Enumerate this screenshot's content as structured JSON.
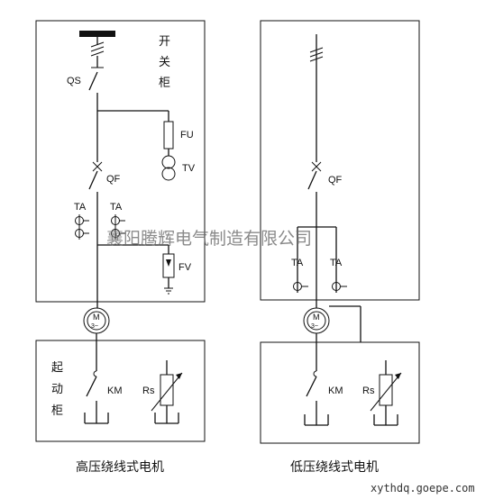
{
  "left_diagram": {
    "qs": "QS",
    "switchgear": [
      "开",
      "关",
      "柜"
    ],
    "fu": "FU",
    "tv": "TV",
    "qf": "QF",
    "ta1": "TA",
    "ta2": "TA",
    "fv": "FV",
    "motor_m": "M",
    "motor_phase": "3~",
    "starter": [
      "起",
      "动",
      "柜"
    ],
    "km": "KM",
    "rs": "Rs",
    "caption": "高压绕线式电机"
  },
  "right_diagram": {
    "qf": "QF",
    "ta1": "TA",
    "ta2": "TA",
    "motor_m": "M",
    "motor_phase": "3~",
    "km": "KM",
    "rs": "Rs",
    "caption": "低压绕线式电机"
  },
  "watermark": "襄阳腾辉电气制造有限公司",
  "footer_url": "xythdq.goepe.com"
}
